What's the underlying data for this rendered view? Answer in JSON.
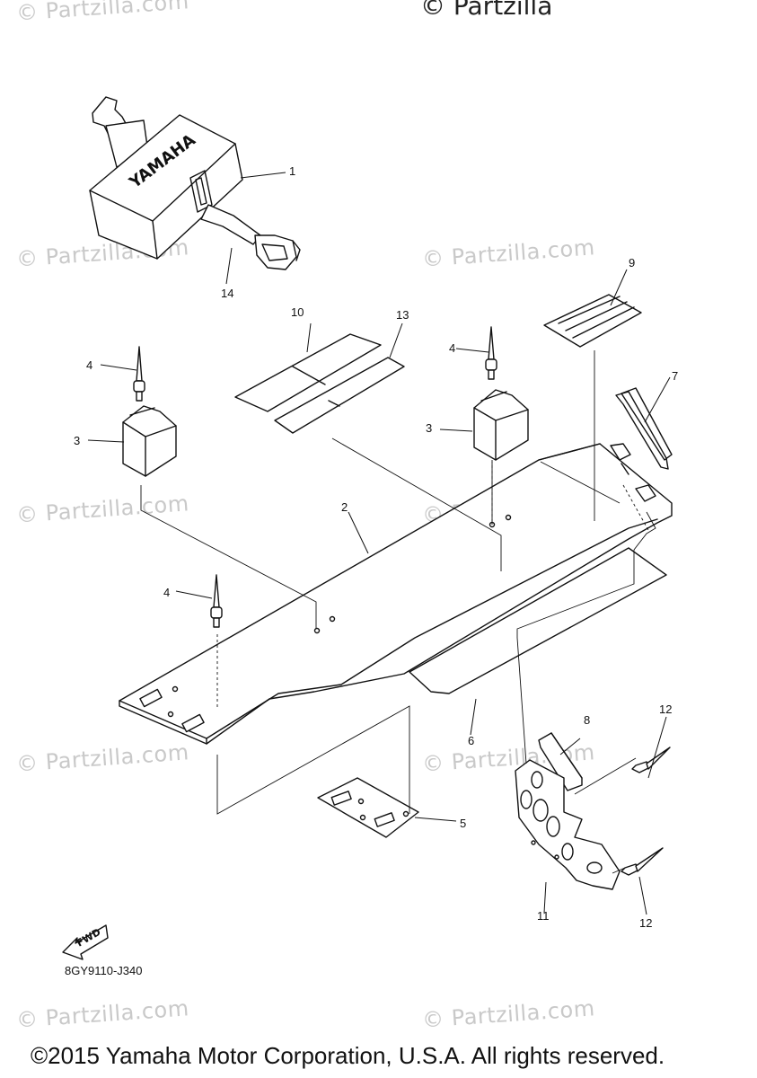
{
  "watermarks": {
    "top_text": "© Partzilla",
    "repeat_text": "© Partzilla.com"
  },
  "case_label": "YAMAHA",
  "fwd_label": "FWD",
  "diagram_code": "8GY9110-J340",
  "copyright": "©2015 Yamaha Motor Corporation, U.S.A. All rights reserved.",
  "callouts": {
    "c1": "1",
    "c14": "14",
    "c10": "10",
    "c13": "13",
    "c9": "9",
    "c4a": "4",
    "c4b": "4",
    "c4c": "4",
    "c3a": "3",
    "c3b": "3",
    "c7": "7",
    "c2": "2",
    "c6": "6",
    "c8": "8",
    "c12a": "12",
    "c12b": "12",
    "c5": "5",
    "c11": "11"
  }
}
